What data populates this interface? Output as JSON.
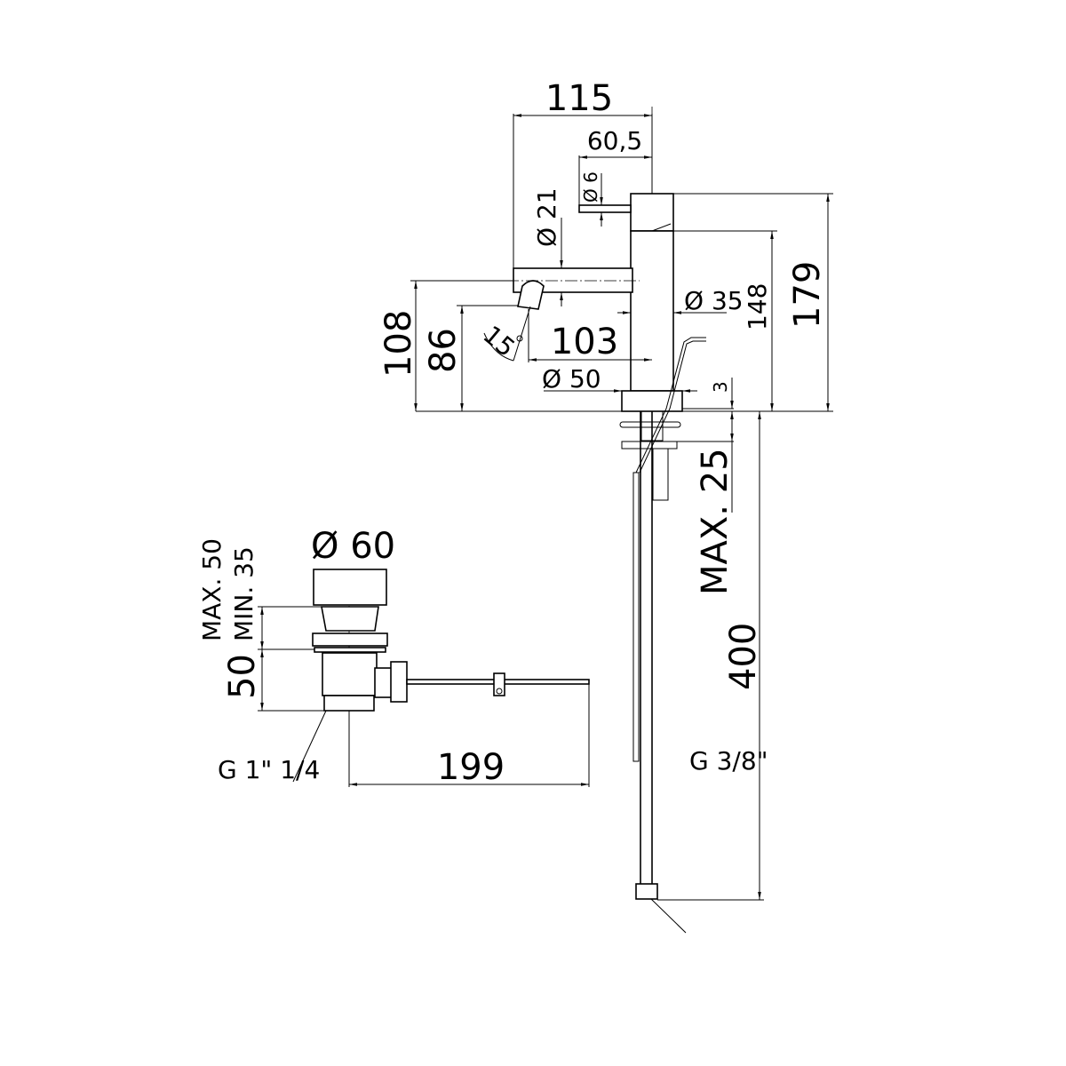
{
  "faucet": {
    "dims": {
      "width_total": "115",
      "handle_offset": "60,5",
      "handle_dia": "Ø 6",
      "spout_dia": "Ø 21",
      "height_total": "179",
      "height_body": "148",
      "spout_height": "108",
      "aerator_height": "86",
      "body_dia": "Ø 35",
      "spout_reach": "103",
      "base_dia": "Ø 50",
      "angle": "15",
      "base_thickness": "3",
      "max_deck": "MAX. 25",
      "hose_length": "400",
      "hose_thread": "G 3/8\""
    }
  },
  "drain": {
    "dims": {
      "cap_dia": "Ø 60",
      "adjust_max": "MAX. 50",
      "adjust_min": "MIN. 35",
      "body_height": "50",
      "rod_length": "199",
      "thread": "G 1\" 1/4"
    }
  }
}
